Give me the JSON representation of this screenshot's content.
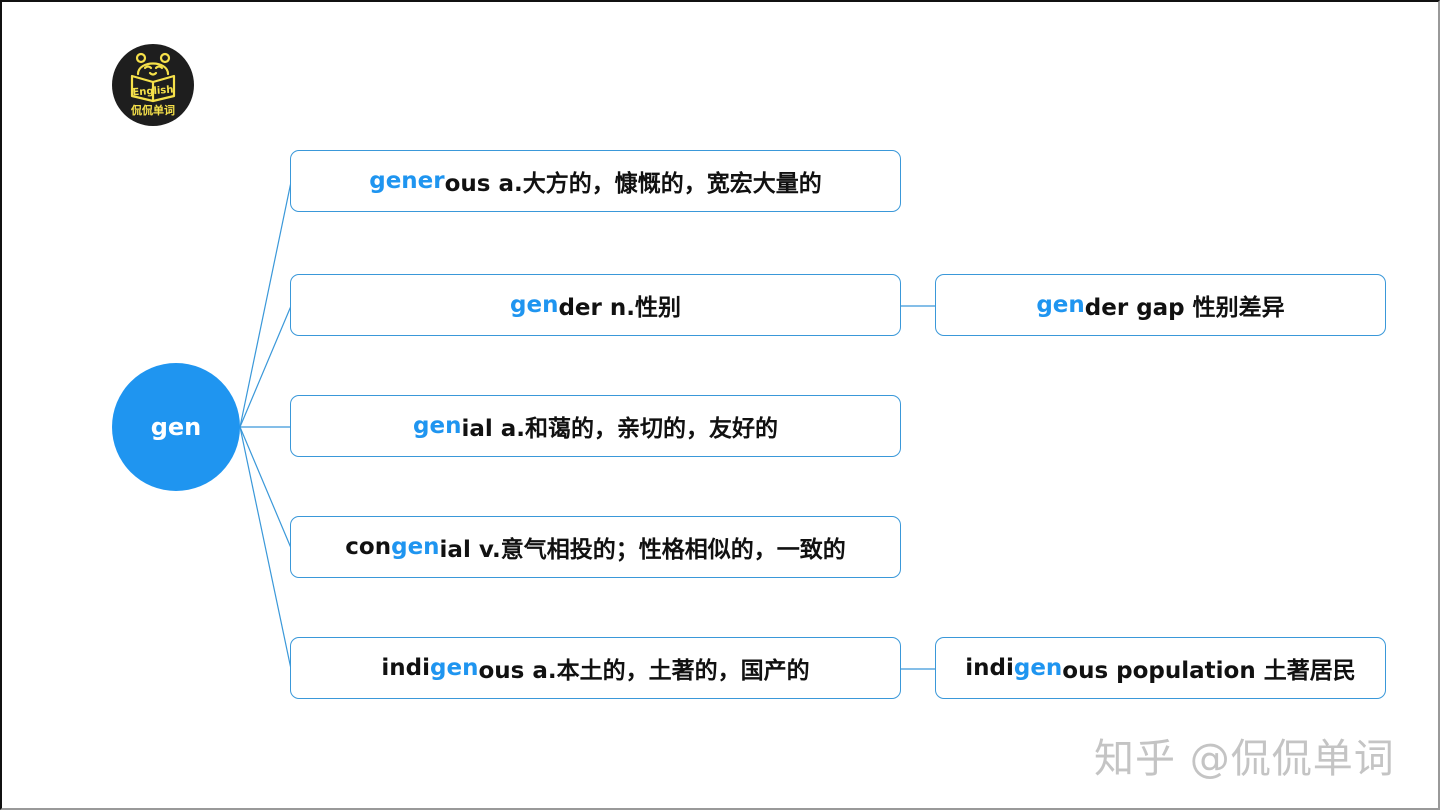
{
  "logo": {
    "caption": "侃侃单词",
    "badge_text": "English",
    "icon": "panda-reading-icon"
  },
  "root": {
    "label": "gen"
  },
  "colors": {
    "accent": "#1f95f0",
    "border": "#3a98d9",
    "text": "#111111",
    "watermark": "#c4c4c4"
  },
  "nodes": [
    {
      "pre": "",
      "hl": "gener",
      "post": "ous a.大方的，慷慨的，宽宏大量的"
    },
    {
      "pre": "",
      "hl": "gen",
      "post": "der n.性别"
    },
    {
      "pre": "",
      "hl": "gen",
      "post": "ial a.和蔼的，亲切的，友好的"
    },
    {
      "pre": "con",
      "hl": "gen",
      "post": "ial v.意气相投的；性格相似的，一致的"
    },
    {
      "pre": "indi",
      "hl": "gen",
      "post": "ous  a.本土的，土著的，国产的"
    }
  ],
  "children": [
    {
      "parent": 1,
      "pre": "",
      "hl": "gen",
      "post": "der gap 性别差异"
    },
    {
      "parent": 4,
      "pre": "indi",
      "hl": "gen",
      "post": "ous population 土著居民"
    }
  ],
  "watermark": "知乎 @侃侃单词"
}
